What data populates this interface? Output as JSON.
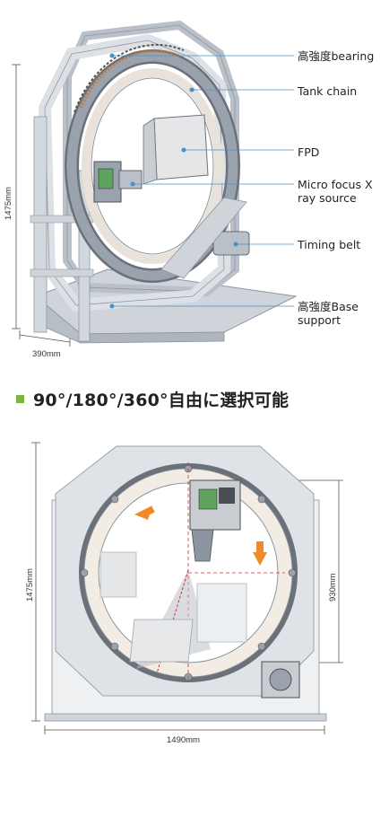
{
  "top_diagram": {
    "callouts": [
      {
        "id": "bearing",
        "label": "高強度bearing"
      },
      {
        "id": "tank-chain",
        "label": "Tank chain"
      },
      {
        "id": "fpd",
        "label": "FPD"
      },
      {
        "id": "micro-focus-1",
        "label": "Micro focus X"
      },
      {
        "id": "micro-focus-2",
        "label": "ray source"
      },
      {
        "id": "timing-belt",
        "label": "Timing belt"
      },
      {
        "id": "base-support-1",
        "label": "高強度Base"
      },
      {
        "id": "base-support-2",
        "label": "support"
      }
    ],
    "dim_height": "1475mm",
    "dim_width": "390mm"
  },
  "heading": {
    "text": "90°/180°/360°自由に選択可能",
    "bullet_color": "#7cb342"
  },
  "bottom_diagram": {
    "dim_height": "1475mm",
    "dim_inner": "930mm",
    "dim_width": "1490mm"
  },
  "colors": {
    "frame": "#d9dde2",
    "frame_edge": "#9aa3ad",
    "ring": "#e8e2da",
    "ring_dark": "#6b7178",
    "chain": "#c8773a",
    "leader": "#4a90c8",
    "arrow": "#f08a24",
    "beam_red": "#d92c2c"
  }
}
